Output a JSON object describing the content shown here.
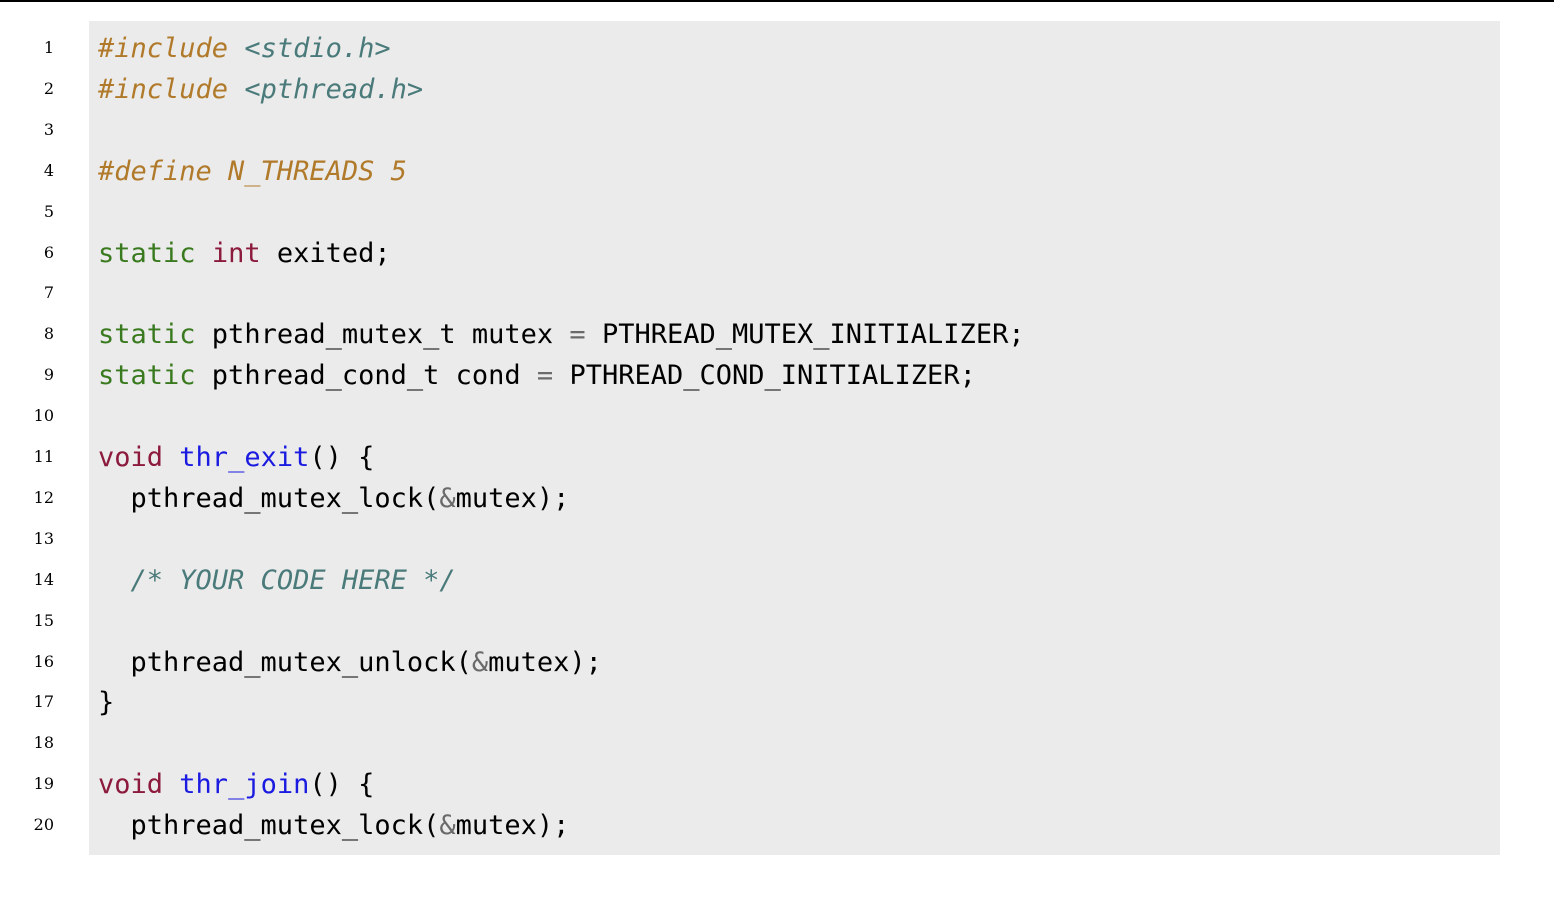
{
  "code_listing": {
    "lines": [
      {
        "n": "1",
        "tokens": [
          {
            "t": "#include",
            "c": "pre"
          },
          {
            "t": " ",
            "c": ""
          },
          {
            "t": "<stdio.h>",
            "c": "inc-path"
          }
        ]
      },
      {
        "n": "2",
        "tokens": [
          {
            "t": "#include",
            "c": "pre"
          },
          {
            "t": " ",
            "c": ""
          },
          {
            "t": "<pthread.h>",
            "c": "inc-path"
          }
        ]
      },
      {
        "n": "3",
        "tokens": []
      },
      {
        "n": "4",
        "tokens": [
          {
            "t": "#define N_THREADS 5",
            "c": "pre"
          }
        ]
      },
      {
        "n": "5",
        "tokens": []
      },
      {
        "n": "6",
        "tokens": [
          {
            "t": "static",
            "c": "kw-storage"
          },
          {
            "t": " ",
            "c": ""
          },
          {
            "t": "int",
            "c": "kw-type"
          },
          {
            "t": " exited;",
            "c": ""
          }
        ]
      },
      {
        "n": "7",
        "tokens": []
      },
      {
        "n": "8",
        "tokens": [
          {
            "t": "static",
            "c": "kw-storage"
          },
          {
            "t": " pthread_mutex_t mutex ",
            "c": ""
          },
          {
            "t": "=",
            "c": "op"
          },
          {
            "t": " PTHREAD_MUTEX_INITIALIZER;",
            "c": ""
          }
        ]
      },
      {
        "n": "9",
        "tokens": [
          {
            "t": "static",
            "c": "kw-storage"
          },
          {
            "t": " pthread_cond_t cond ",
            "c": ""
          },
          {
            "t": "=",
            "c": "op"
          },
          {
            "t": " PTHREAD_COND_INITIALIZER;",
            "c": ""
          }
        ]
      },
      {
        "n": "10",
        "tokens": []
      },
      {
        "n": "11",
        "tokens": [
          {
            "t": "void",
            "c": "kw-type"
          },
          {
            "t": " ",
            "c": ""
          },
          {
            "t": "thr_exit",
            "c": "fn"
          },
          {
            "t": "() {",
            "c": ""
          }
        ]
      },
      {
        "n": "12",
        "tokens": [
          {
            "t": "  pthread_mutex_lock(",
            "c": ""
          },
          {
            "t": "&",
            "c": "op"
          },
          {
            "t": "mutex);",
            "c": ""
          }
        ]
      },
      {
        "n": "13",
        "tokens": []
      },
      {
        "n": "14",
        "tokens": [
          {
            "t": "  ",
            "c": ""
          },
          {
            "t": "/* YOUR CODE HERE */",
            "c": "comment"
          }
        ]
      },
      {
        "n": "15",
        "tokens": []
      },
      {
        "n": "16",
        "tokens": [
          {
            "t": "  pthread_mutex_unlock(",
            "c": ""
          },
          {
            "t": "&",
            "c": "op"
          },
          {
            "t": "mutex);",
            "c": ""
          }
        ]
      },
      {
        "n": "17",
        "tokens": [
          {
            "t": "}",
            "c": ""
          }
        ]
      },
      {
        "n": "18",
        "tokens": []
      },
      {
        "n": "19",
        "tokens": [
          {
            "t": "void",
            "c": "kw-type"
          },
          {
            "t": " ",
            "c": ""
          },
          {
            "t": "thr_join",
            "c": "fn"
          },
          {
            "t": "() {",
            "c": ""
          }
        ]
      },
      {
        "n": "20",
        "tokens": [
          {
            "t": "  pthread_mutex_lock(",
            "c": ""
          },
          {
            "t": "&",
            "c": "op"
          },
          {
            "t": "mutex);",
            "c": ""
          }
        ]
      }
    ]
  },
  "colors": {
    "background": "#ebebeb",
    "storage_keyword": "#3a7a1f",
    "type_keyword": "#8b1a3c",
    "function_name": "#1a1ae0",
    "preprocessor": "#b07a2a",
    "include_path": "#4a7a7a",
    "comment": "#4a7a7a",
    "operator": "#6a6a6a"
  }
}
